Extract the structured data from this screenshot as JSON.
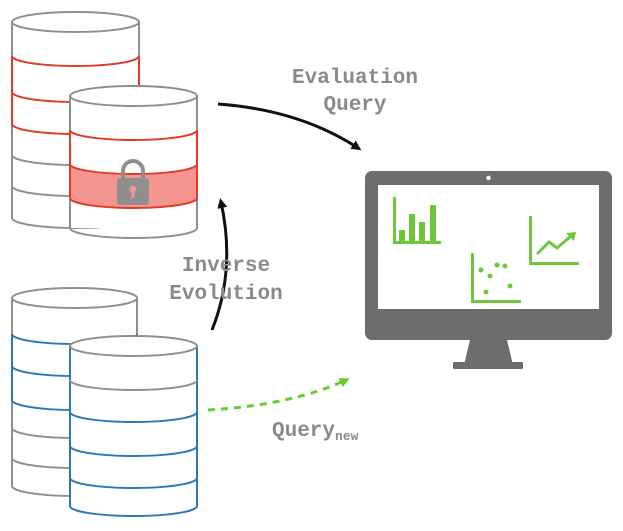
{
  "labels": {
    "evaluation_line1": "Evaluation",
    "evaluation_line2": "Query",
    "inverse_line1": "Inverse",
    "inverse_line2": "Evolution",
    "query_new_main": "Query",
    "query_new_sub": "new"
  },
  "icons": {
    "lock": "lock-icon",
    "bar_chart": "bar-chart-icon",
    "scatter_plot": "scatter-plot-icon",
    "line_chart": "line-chart-icon",
    "monitor": "monitor-icon"
  },
  "colors": {
    "red_db": "#e03a2a",
    "red_fill": "#f3958e",
    "blue_db": "#2a78b8",
    "gray_db": "#8f8f8f",
    "monitor": "#6d6d6d",
    "green": "#6cc83a",
    "arrow_black": "#111111",
    "arrow_green": "#66cc33",
    "label_gray": "#8a8a8a"
  }
}
